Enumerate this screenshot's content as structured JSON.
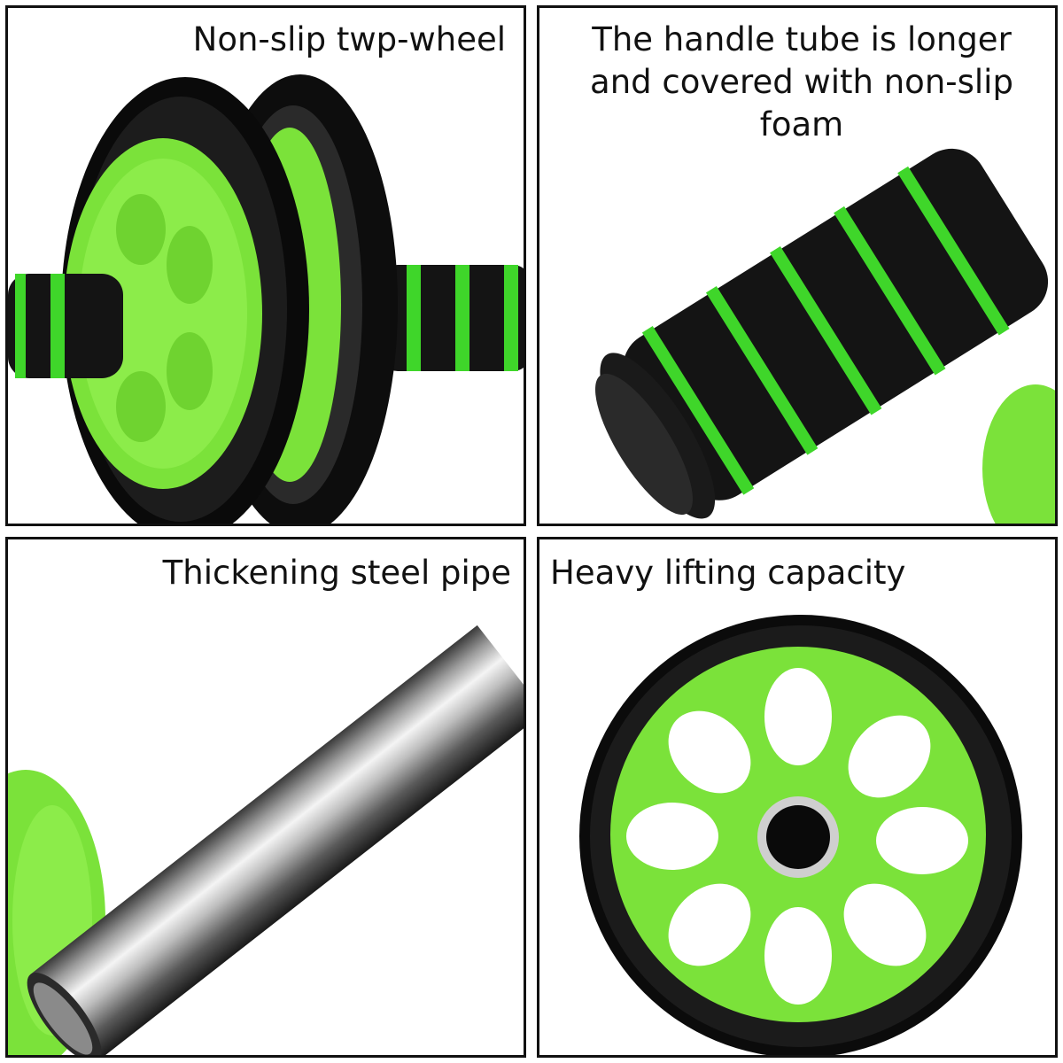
{
  "panels": [
    {
      "caption": "Non-slip twp-wheel",
      "image": "dual-wheel-closeup"
    },
    {
      "caption": "The handle tube is longer and covered with non-slip foam",
      "image": "foam-handle-closeup"
    },
    {
      "caption": "Thickening steel pipe",
      "image": "steel-pipe-closeup"
    },
    {
      "caption": "Heavy lifting capacity",
      "image": "single-wheel-front"
    }
  ],
  "colors": {
    "wheel_green": "#7be23a",
    "tire_black": "#0d0d0d",
    "foam_black": "#141414",
    "foam_stripe": "#3fd62a",
    "border": "#111111"
  }
}
